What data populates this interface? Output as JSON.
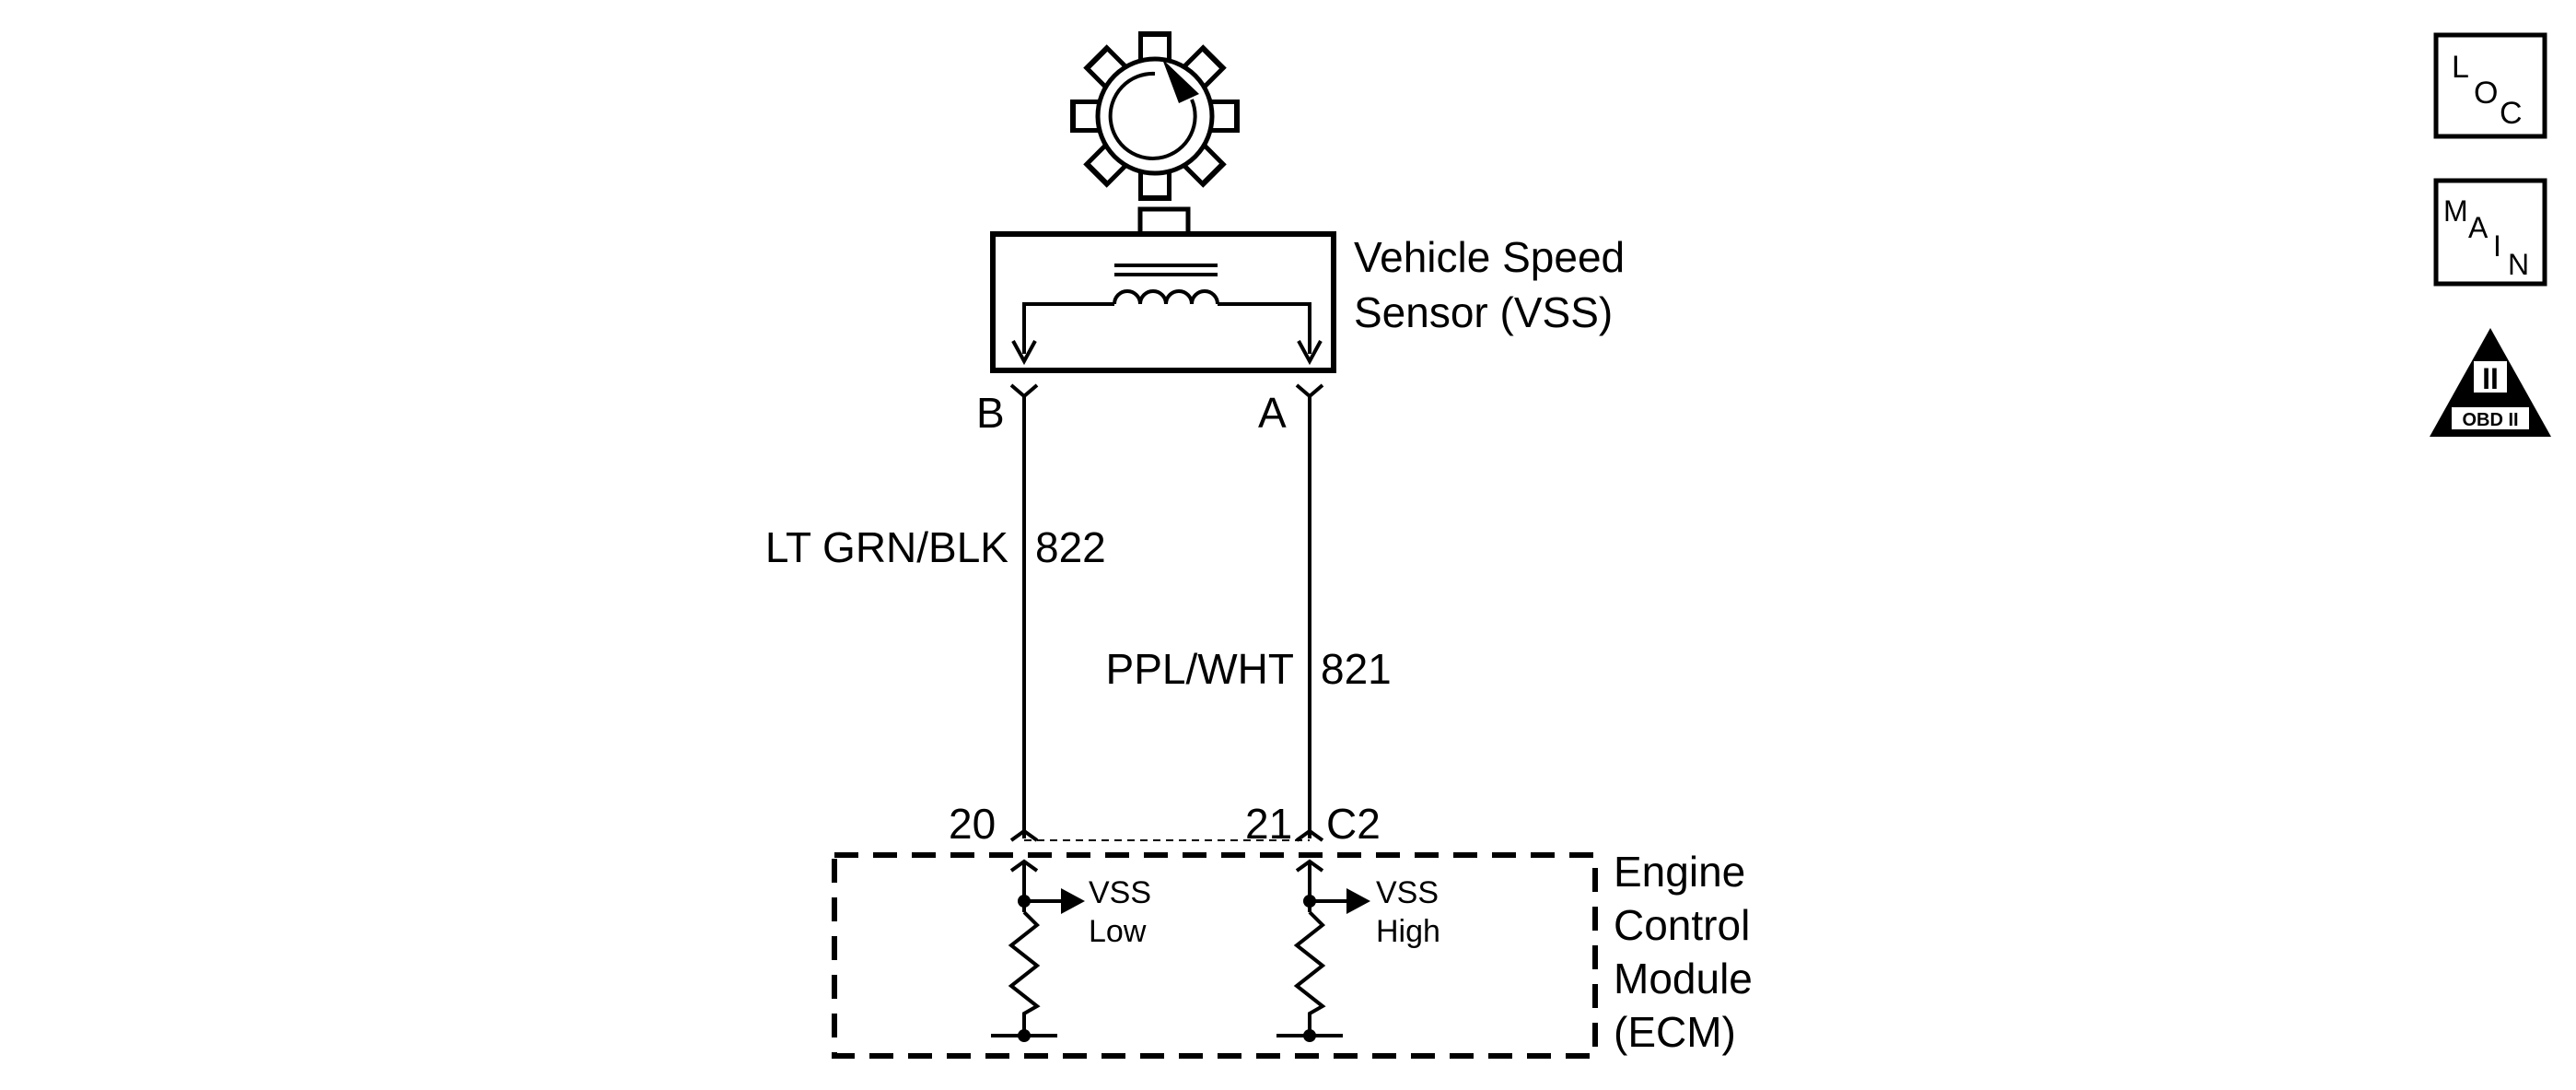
{
  "sensor": {
    "name_line1": "Vehicle Speed",
    "name_line2": "Sensor (VSS)",
    "pin_b": "B",
    "pin_a": "A"
  },
  "wires": [
    {
      "color_label": "LT GRN/BLK",
      "circuit": "822"
    },
    {
      "color_label": "PPL/WHT",
      "circuit": "821"
    }
  ],
  "ecm": {
    "name_line1": "Engine",
    "name_line2": "Control",
    "name_line3": "Module",
    "name_line4": "(ECM)",
    "pin_low": "20",
    "pin_high": "21",
    "connector": "C2",
    "signal_low_line1": "VSS",
    "signal_low_line2": "Low",
    "signal_high_line1": "VSS",
    "signal_high_line2": "High"
  },
  "icons": {
    "loc": {
      "l1": "L",
      "l2": "O",
      "l3": "C"
    },
    "main": {
      "l1": "M",
      "l2": "A",
      "l3": "I",
      "l4": "N"
    },
    "obd": {
      "top": "II",
      "bottom": "OBD II"
    }
  }
}
